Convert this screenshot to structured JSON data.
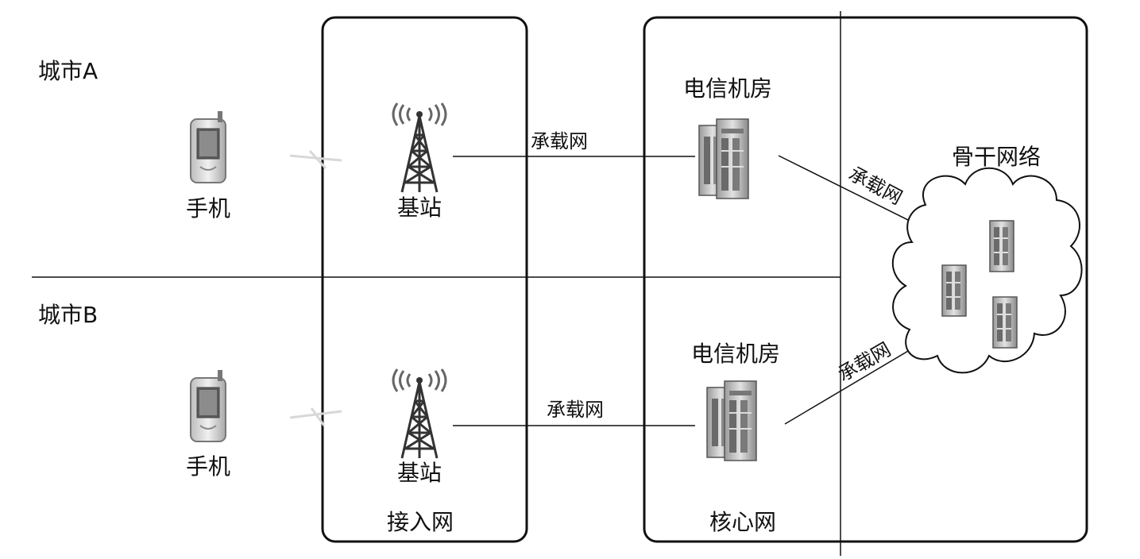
{
  "cities": [
    {
      "label": "城市A",
      "phone_label": "手机",
      "station_label": "基站",
      "bearer_label": "承载网",
      "room_label": "电信机房",
      "backbone_bearer_label": "承载网"
    },
    {
      "label": "城市B",
      "phone_label": "手机",
      "station_label": "基站",
      "bearer_label": "承载网",
      "room_label": "电信机房",
      "backbone_bearer_label": "承载网"
    }
  ],
  "access_network": {
    "label": "接入网"
  },
  "core_network": {
    "label": "核心网"
  },
  "backbone": {
    "label": "骨干网络"
  },
  "colors": {
    "line": "#111111",
    "box_border": "#111111",
    "device_dark": "#555555",
    "device_light": "#cfcfcf"
  },
  "icons": [
    "phone-icon",
    "antenna-tower-icon",
    "server-rack-icon",
    "cloud-icon"
  ]
}
